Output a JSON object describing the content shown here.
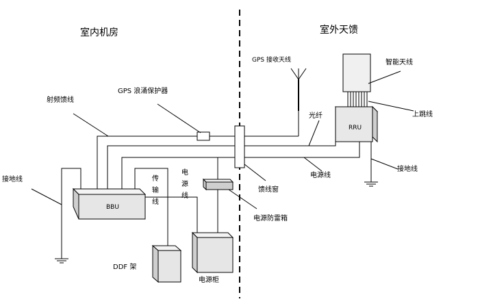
{
  "regions": {
    "indoor": "室内机房",
    "outdoor": "室外天馈"
  },
  "labels": {
    "gps_antenna": "GPS 接收天线",
    "gps_surge": "GPS 浪涌保护器",
    "rf_feeder": "射频馈线",
    "smart_antenna": "智能天线",
    "jumper": "上跳线",
    "fiber": "光纤",
    "rru": "RRU",
    "power_line_outdoor": "电源线",
    "ground_outdoor": "接地线",
    "ground_indoor": "接地线",
    "bbu": "BBU",
    "trans_char1": "传",
    "trans_char2": "输",
    "trans_char3": "线",
    "power_char1": "电",
    "power_char2": "源",
    "power_char3": "线",
    "feeder_window": "馈线窗",
    "power_arrester": "电源防雷箱",
    "ddf": "DDF 架",
    "power_cabinet": "电源柜"
  }
}
